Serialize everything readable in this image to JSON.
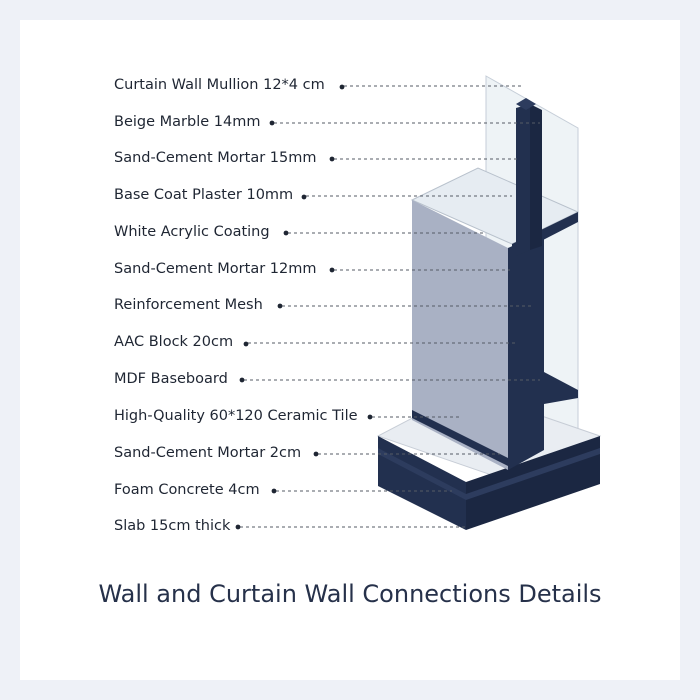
{
  "title": "Wall and Curtain Wall Connections Details",
  "labels": [
    "Curtain Wall Mullion 12*4 cm",
    "Beige Marble 14mm",
    "Sand-Cement Mortar 15mm",
    "Base Coat Plaster 10mm",
    "White Acrylic Coating",
    "Sand-Cement Mortar 12mm",
    "Reinforcement Mesh",
    "AAC Block 20cm",
    "MDF Baseboard",
    "High-Quality 60*120 Ceramic Tile",
    "Sand-Cement Mortar 2cm",
    "Foam Concrete 4cm",
    "Slab 15cm thick"
  ],
  "colors": {
    "structure": "#22304f",
    "wall_face": "#a9b1c4",
    "marble": "#e6ecf2",
    "glass": "#eef3f6",
    "leader": "#555b66"
  }
}
